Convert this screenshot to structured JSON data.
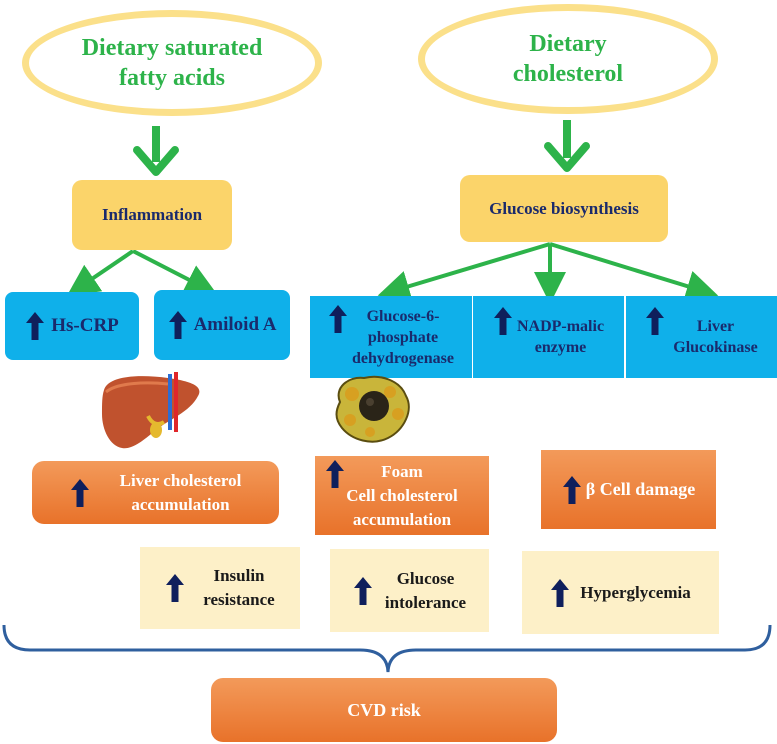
{
  "sources": [
    {
      "label": "Dietary saturated\nfatty acids"
    },
    {
      "label": "Dietary\ncholesterol"
    }
  ],
  "processes": [
    {
      "label": "Inflammation"
    },
    {
      "label": "Glucose biosynthesis"
    }
  ],
  "markers": [
    {
      "label": "Hs-CRP"
    },
    {
      "label": "Amiloid A"
    },
    {
      "label": "Glucose-6-\nphosphate\ndehydrogenase"
    },
    {
      "label": "NADP-malic\nenzyme"
    },
    {
      "label": "Liver\nGlucokinase"
    }
  ],
  "effects": [
    {
      "label": "Liver cholesterol\naccumulation"
    },
    {
      "label": "Foam\nCell cholesterol\naccumulation"
    },
    {
      "label": "β Cell damage"
    }
  ],
  "outcomes": [
    {
      "label": "Insulin\nresistance"
    },
    {
      "label": "Glucose\nintolerance"
    },
    {
      "label": "Hyperglycemia"
    }
  ],
  "final": {
    "label": "CVD risk"
  },
  "colors": {
    "green_text": "#2db34a",
    "ellipse_border": "#fbe08a",
    "yellow_box": "#fbd46a",
    "blue_box": "#0fb0ea",
    "orange_box": "#e8722a",
    "cream_box": "#fdf0c8",
    "navy_arrow": "#0f1f5c",
    "bracket": "#2f5f9e"
  },
  "icons": [
    "up-arrow-icon",
    "liver-icon",
    "foam-cell-icon",
    "green-arrow-icon"
  ]
}
